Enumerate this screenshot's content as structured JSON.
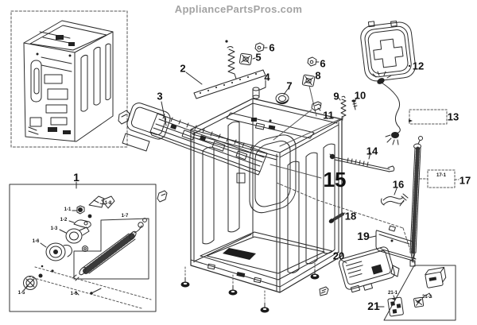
{
  "header": {
    "site_title": "AppliancePartsPros.com"
  },
  "callouts": {
    "n1": "1",
    "n2": "2",
    "n3": "3",
    "n4": "4",
    "n5": "5",
    "n6a": "6",
    "n6b": "6",
    "n7": "7",
    "n8": "8",
    "n9": "9",
    "n10": "10",
    "n11": "11",
    "n12": "12",
    "n13": "13",
    "n14": "14",
    "n15": "15",
    "n16": "16",
    "n17": "17",
    "n17_1": "17-1",
    "n18": "18",
    "n19": "19",
    "n20": "20",
    "n21": "21",
    "n21_1": "21-1",
    "n21_2": "21-2"
  },
  "sub_callouts": {
    "s1_1": "1-1",
    "s1_2": "1-2",
    "s1_3": "1-3",
    "s1_5": "1-5",
    "s1_6a": "1-6",
    "s1_6b": "1-6",
    "s1_7": "1-7",
    "s1_8": "1-8"
  },
  "palette": {
    "ink": "#262626",
    "muted": "#a3a3a3",
    "paper": "#ffffff"
  }
}
